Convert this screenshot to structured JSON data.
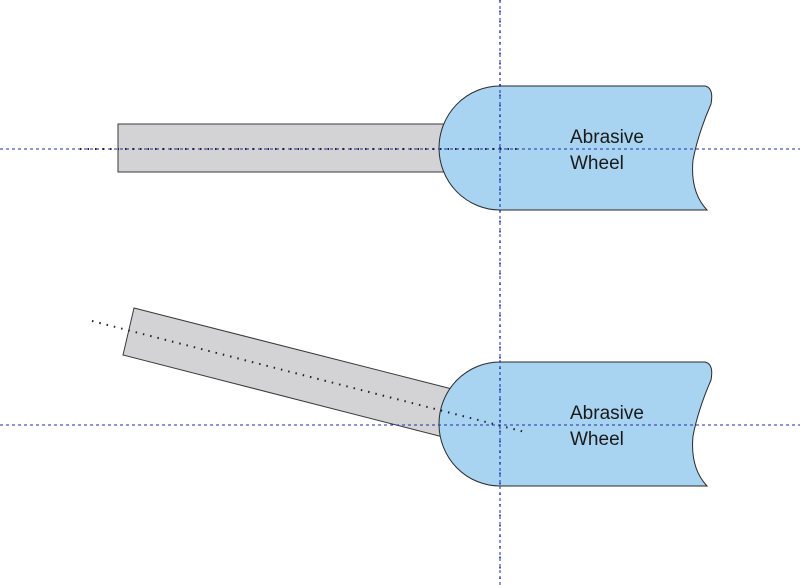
{
  "diagram": {
    "colors": {
      "wheel_fill": "#a8d4f2",
      "wheel_stroke": "#2a2a2a",
      "bar_fill": "#d3d3d5",
      "bar_stroke": "#3a3a3a",
      "axis_line": "#1f2ea8",
      "workpiece_axis": "#222222"
    },
    "top_panel": {
      "wheel_label_line1": "Abrasive",
      "wheel_label_line2": "Wheel"
    },
    "bottom_panel": {
      "wheel_label_line1": "Abrasive",
      "wheel_label_line2": "Wheel"
    }
  }
}
